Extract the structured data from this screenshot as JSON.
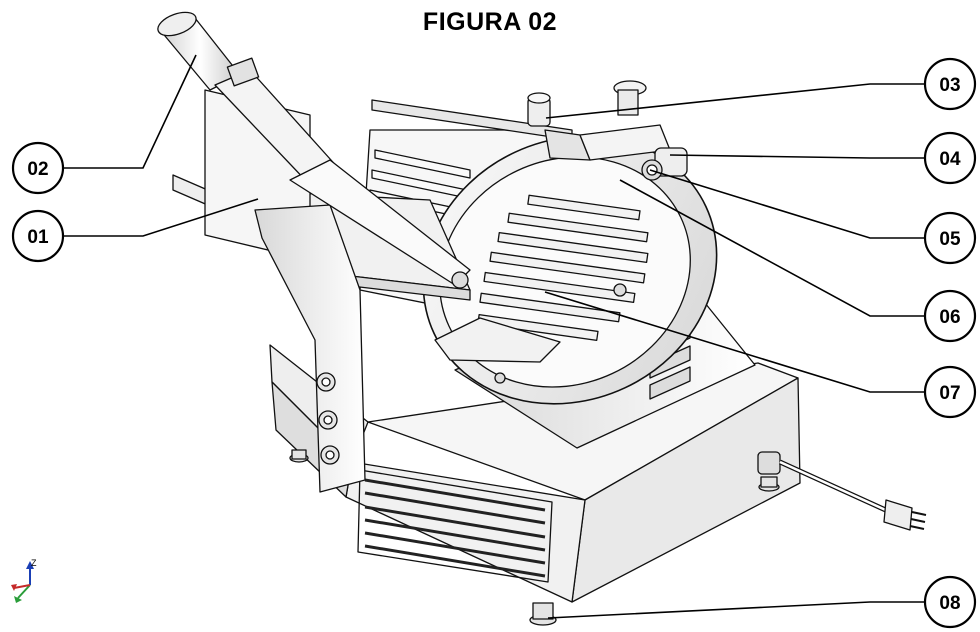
{
  "figure": {
    "title": "FIGURA 02"
  },
  "callouts": [
    {
      "id": "01",
      "label": "01"
    },
    {
      "id": "02",
      "label": "02"
    },
    {
      "id": "03",
      "label": "03"
    },
    {
      "id": "04",
      "label": "04"
    },
    {
      "id": "05",
      "label": "05"
    },
    {
      "id": "06",
      "label": "06"
    },
    {
      "id": "07",
      "label": "07"
    },
    {
      "id": "08",
      "label": "08"
    }
  ],
  "axis_triad": {
    "z_label": "Z"
  }
}
